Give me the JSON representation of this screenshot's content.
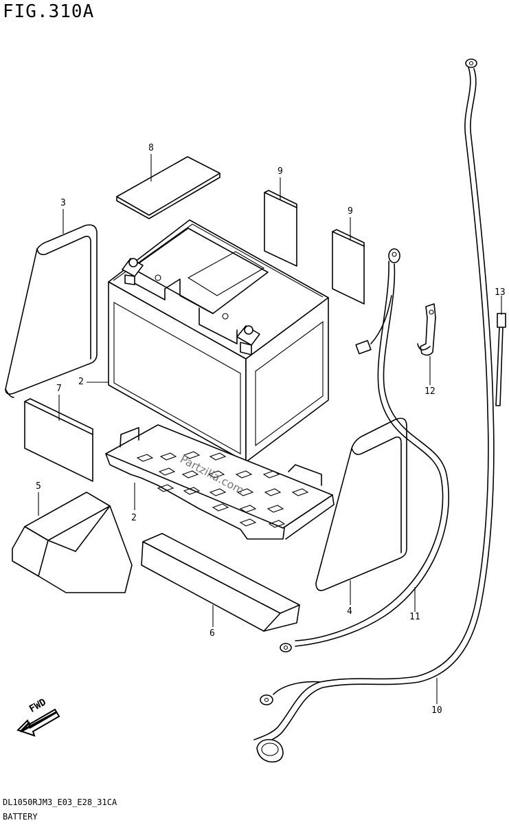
{
  "figure_title": "FIG.310A",
  "diagram_code": "DL1050RJM3_E03_E28_31CA",
  "caption": "BATTERY",
  "fwd_label": "FWD",
  "watermark": "Partzilla.com",
  "callouts": {
    "c2_battery": "2",
    "c2_tray": "2",
    "c3": "3",
    "c4": "4",
    "c5": "5",
    "c6": "6",
    "c7": "7",
    "c8": "8",
    "c9_left": "9",
    "c9_right": "9",
    "c10": "10",
    "c11": "11",
    "c12": "12",
    "c13": "13"
  }
}
